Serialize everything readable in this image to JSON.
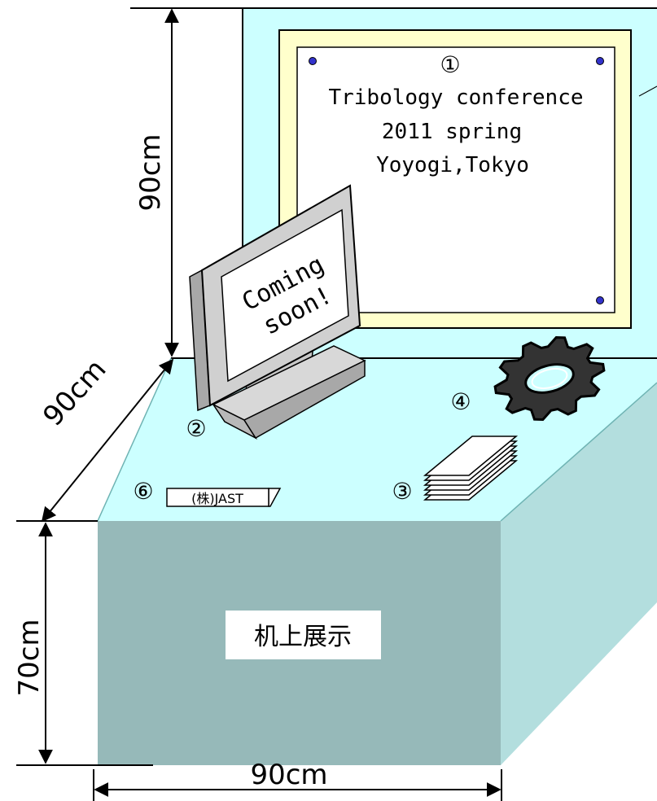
{
  "dimensions": {
    "wall_height": "90cm",
    "desk_depth": "90cm",
    "desk_height": "70cm",
    "desk_width": "90cm"
  },
  "poster": {
    "marker": "①",
    "line1": "Tribology conference",
    "line2": "2011 spring",
    "line3": "Yoyogi,Tokyo"
  },
  "monitor": {
    "marker": "②",
    "screen_line1": "Coming",
    "screen_line2": "soon!"
  },
  "papers": {
    "marker": "③"
  },
  "gear": {
    "marker": "④"
  },
  "nameplate": {
    "marker": "⑥",
    "text": "(株)JAST"
  },
  "desk": {
    "label": "机上展示"
  },
  "colors": {
    "wall": "#ccffff",
    "poster_frame": "#ffffcc",
    "desk_top": "#ccffff",
    "desk_front": "#96b9b9",
    "desk_side": "#b3dede",
    "gear": "#333333"
  }
}
